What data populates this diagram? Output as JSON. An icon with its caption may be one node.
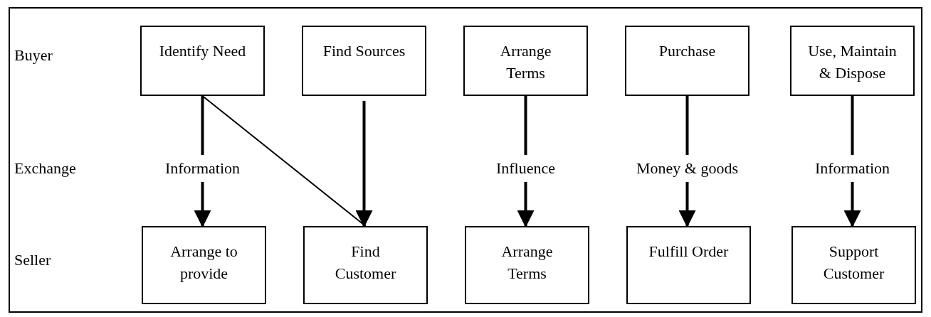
{
  "diagram": {
    "nodes": [
      {
        "text": [
          "Identify Need"
        ]
      },
      {
        "text": [
          "Find Sources"
        ]
      },
      {
        "text": [
          "Arrange Terms"
        ]
      },
      {
        "text": [
          "Purchase"
        ]
      },
      {
        "text": [
          "Use, Maintain & Dispose"
        ]
      },
      {
        "text": [
          "Arrange to provide"
        ]
      },
      {
        "text": [
          "Find Customer"
        ]
      },
      {
        "text": [
          "Arrange Terms"
        ]
      },
      {
        "text": [
          "Fulfill Order"
        ]
      },
      {
        "text": [
          "Support Customer"
        ]
      }
    ],
    "edges": [
      {
        "from": 0,
        "to": 5,
        "arrow": "to",
        "label": "Information"
      },
      {
        "from": 0,
        "to": 6,
        "arrow": "none"
      },
      {
        "from": 1,
        "to": 6,
        "arrow": "to"
      },
      {
        "from": 2,
        "to": 7,
        "arrow": "to",
        "label": "Influence"
      },
      {
        "from": 3,
        "to": 8,
        "arrow": "to",
        "label": "Money & goods"
      },
      {
        "from": 4,
        "to": 9,
        "arrow": "to",
        "label": "Information"
      }
    ],
    "labels": [
      "Buyer",
      "Exchange",
      "Seller"
    ]
  }
}
